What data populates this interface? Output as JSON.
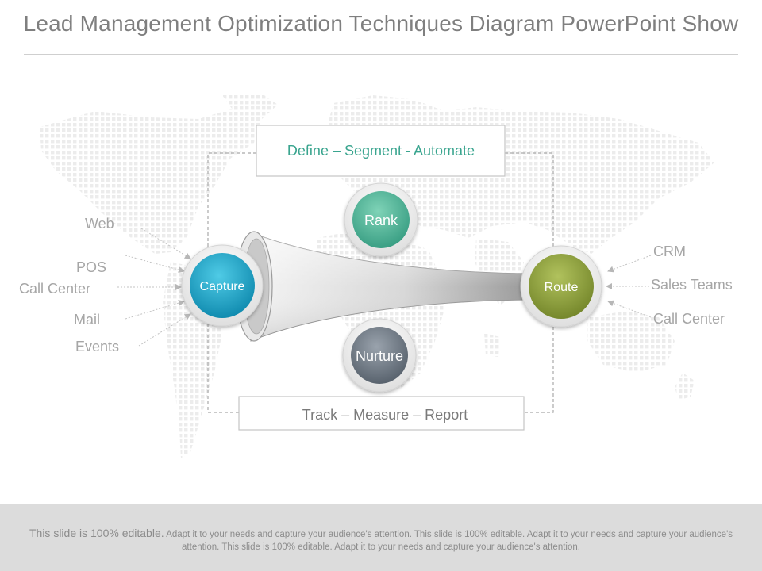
{
  "title": "Lead Management Optimization Techniques Diagram PowerPoint Show",
  "top_box": "Define – Segment  - Automate",
  "bottom_box": "Track – Measure – Report",
  "nodes": {
    "capture": "Capture",
    "rank": "Rank",
    "nurture": "Nurture",
    "route": "Route"
  },
  "sources": [
    "Web",
    "POS",
    "Call Center",
    "Mail",
    "Events"
  ],
  "destinations": [
    "CRM",
    "Sales Teams",
    "Call Center"
  ],
  "footer": {
    "lead": "This slide is 100% editable.",
    "body": "Adapt it to your needs and capture your audience's attention. This slide is 100% editable. Adapt it to your needs and capture your audience's attention. This slide is 100% editable. Adapt it to your needs and capture your audience's attention."
  },
  "colors": {
    "capture": "#1ba3c6",
    "rank": "#4fb89a",
    "nurture": "#6b7683",
    "route": "#8ea23c",
    "accent_text": "#3aa58f",
    "label_text": "#a6a6a6"
  }
}
